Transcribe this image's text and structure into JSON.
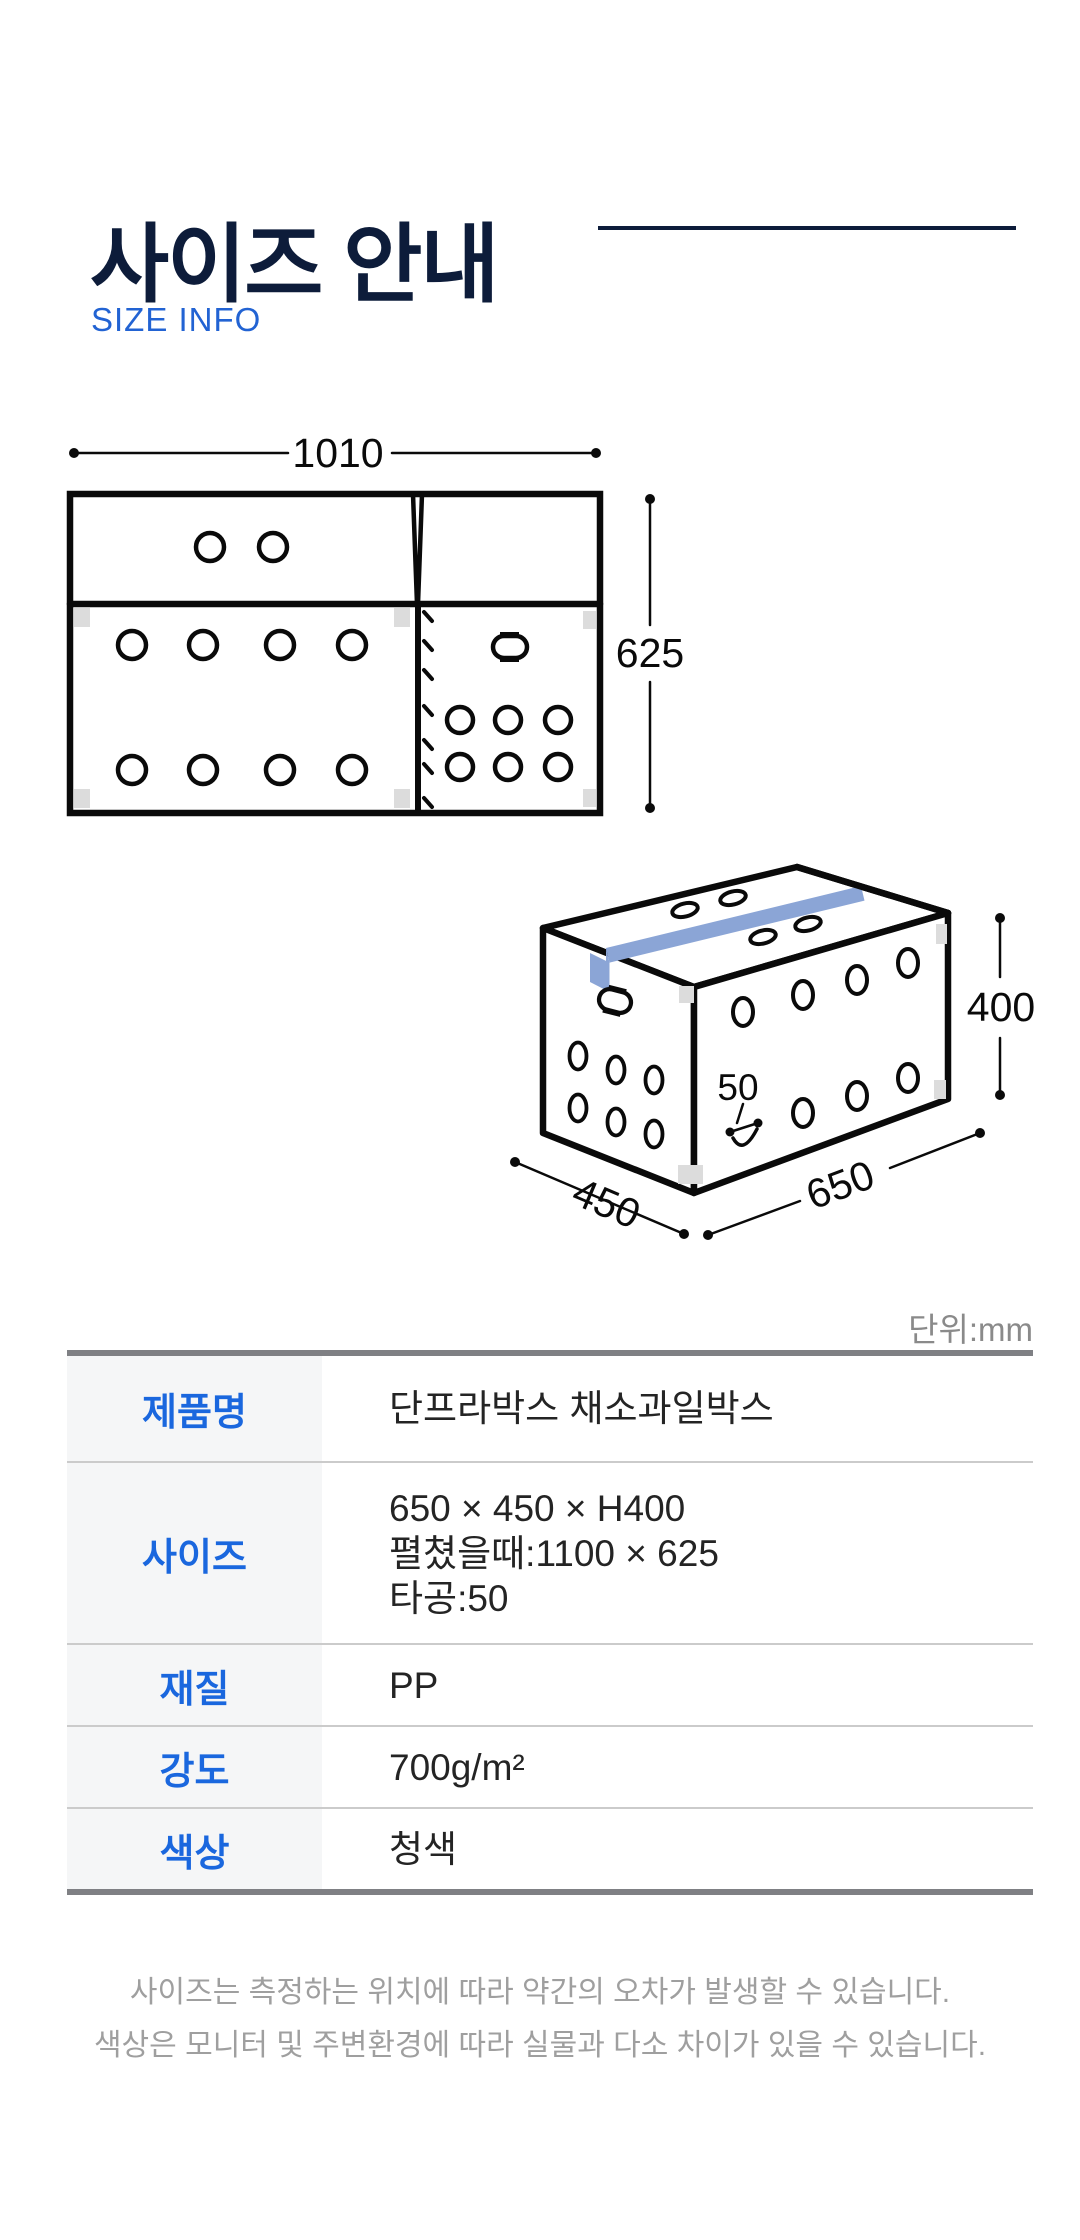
{
  "header": {
    "title": "사이즈 안내",
    "subtitle": "SIZE INFO"
  },
  "unit_note": "단위:mm",
  "diagram_flat": {
    "description": "unfolded box drawing",
    "width_label": "1010",
    "height_label": "625"
  },
  "diagram_box": {
    "description": "assembled box 3D drawing with strap",
    "width_label": "650",
    "depth_label": "450",
    "height_label": "400",
    "hole_label": "50"
  },
  "table": {
    "rows": [
      {
        "label": "제품명",
        "values": [
          "단프라박스 채소과일박스"
        ]
      },
      {
        "label": "사이즈",
        "values": [
          "650 × 450 × H400",
          "펼쳤을때:1100 × 625",
          "타공:50"
        ]
      },
      {
        "label": "재질",
        "values": [
          "PP"
        ]
      },
      {
        "label": "강도",
        "values": [
          "700g/m²"
        ]
      },
      {
        "label": "색상",
        "values": [
          "청색"
        ]
      }
    ]
  },
  "footer": {
    "lines": [
      "사이즈는 측정하는 위치에 따라 약간의 오차가 발생할 수 있습니다.",
      "색상은 모니터 및 주변환경에 따라 실물과 다소 차이가 있을 수 있습니다."
    ]
  },
  "colors": {
    "title_navy": "#0d1c3a",
    "accent_blue": "#1a67de",
    "subtitle_blue": "#2263d3",
    "line_black": "#0a0a0a",
    "strap_blue": "#8ba5d6",
    "tape_gray": "#dcdcdc",
    "table_border_gray": "#7f8084",
    "muted_gray": "#9f9f9f"
  }
}
